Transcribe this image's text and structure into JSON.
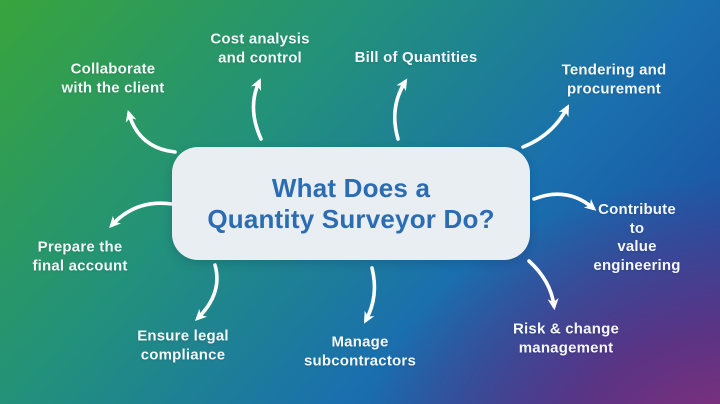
{
  "diagram": {
    "type": "mind-map",
    "center": {
      "title": "What Does a\nQuantity Surveyor Do?",
      "title_color": "#2b6cb2",
      "box_color": "#e9eef3"
    },
    "nodes": [
      {
        "id": "collaborate",
        "label": "Collaborate\nwith the client"
      },
      {
        "id": "cost",
        "label": "Cost analysis\nand control"
      },
      {
        "id": "bill",
        "label": "Bill of Quantities"
      },
      {
        "id": "tendering",
        "label": "Tendering and\nprocurement"
      },
      {
        "id": "contribute",
        "label": "Contribute to\nvalue engineering"
      },
      {
        "id": "risk",
        "label": "Risk & change\nmanagement"
      },
      {
        "id": "manage",
        "label": "Manage\nsubcontractors"
      },
      {
        "id": "ensure",
        "label": "Ensure legal\ncompliance"
      },
      {
        "id": "prepare",
        "label": "Prepare the\nfinal account"
      }
    ],
    "colors": {
      "arrow": "#ffffff",
      "label_text": "#f3f7f7",
      "bg_green": "#38a43c",
      "bg_teal": "#22917b",
      "bg_blue": "#1a6fae",
      "bg_deep_blue": "#1b55a5",
      "bg_purple": "#5d3384",
      "bg_magenta": "#8e2e78"
    }
  }
}
